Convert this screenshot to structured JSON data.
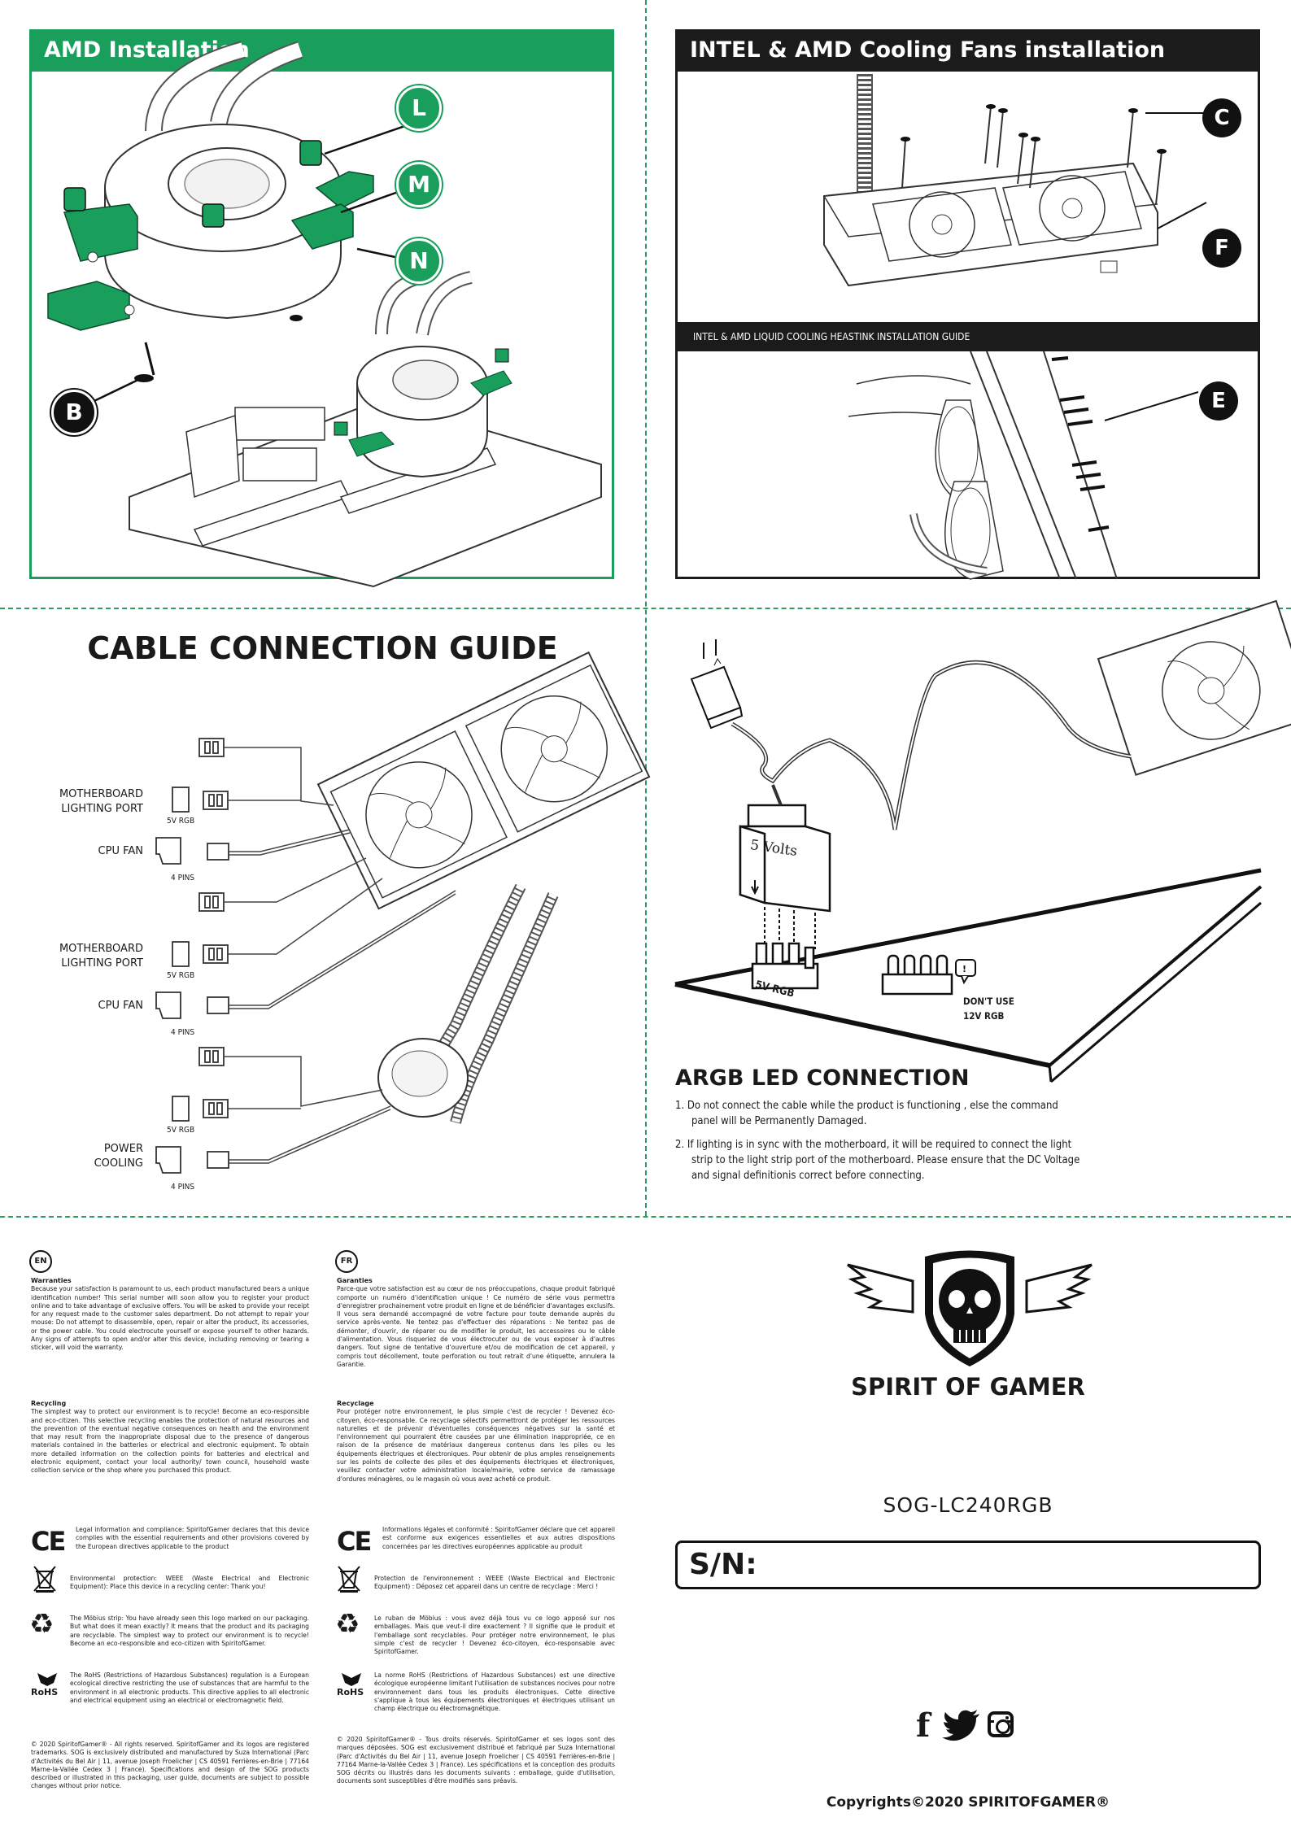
{
  "amd": {
    "title": "AMD Installation",
    "callouts": [
      "L",
      "M",
      "N",
      "B"
    ]
  },
  "fans": {
    "title": "INTEL & AMD Cooling Fans installation",
    "subtitle": "INTEL & AMD LIQUID COOLING HEASTINK INSTALLATION GUIDE",
    "callouts": [
      "C",
      "F",
      "E"
    ]
  },
  "cable": {
    "title": "CABLE CONNECTION GUIDE",
    "groups": [
      {
        "port_line1": "MOTHERBOARD",
        "port_line2": "LIGHTING PORT",
        "rgb": "5V RGB",
        "fan_label": "CPU FAN",
        "pins": "4 PINS"
      },
      {
        "port_line1": "MOTHERBOARD",
        "port_line2": "LIGHTING PORT",
        "rgb": "5V RGB",
        "fan_label": "CPU FAN",
        "pins": "4 PINS"
      },
      {
        "port_line1": "",
        "port_line2": "",
        "rgb": "5V RGB",
        "fan_label_line1": "POWER",
        "fan_label_line2": "COOLING",
        "pins": "4 PINS"
      }
    ]
  },
  "argb": {
    "plug_label": "5 Volts",
    "header_5v": "5V RGB",
    "dont_use_line1": "DON'T USE",
    "dont_use_line2": "12V RGB",
    "title": "ARGB LED CONNECTION",
    "notes": [
      {
        "line1": "1. Do not connect the cable while the product is functioning , else the command",
        "line2": "panel will be Permanently Damaged."
      },
      {
        "line1": "2. If lighting is in sync with the motherboard, it will be required to connect the light",
        "line2": "strip to the light strip port of the motherboard. Please ensure that the DC Voltage",
        "line3": "and signal definitionis correct before connecting."
      }
    ]
  },
  "en": {
    "badge": "EN",
    "warranty_title": "Warranties",
    "warranty_text": "Because your satisfaction is paramount to us, each product manufactured bears a unique identification number! This serial number will soon allow you to register your product online and to take advantage of exclusive offers. You will be asked to provide your receipt for any request made to the customer sales department. Do not attempt to repair your mouse: Do not attempt to disassemble, open, repair or alter the product, its accessories, or the power cable. You could electrocute yourself or expose yourself to other hazards. Any signs of attempts to open and/or alter this device, including removing or tearing a sticker, will void the warranty.",
    "recycling_title": "Recycling",
    "recycling_text": "The simplest way to protect our environment is to recycle! Become an eco-responsible and eco-citizen. This selective recycling enables the protection of natural resources and the prevention of the eventual negative consequences on health and the environment that may result from the inappropriate disposal due to the presence of dangerous materials contained in the batteries or electrical and electronic equipment. To obtain more detailed information on the collection points for batteries and electrical and electronic equipment, contact your local authority/ town council, household waste collection service or the shop where you purchased this product.",
    "ce_text": "Legal information and compliance: SpiritofGamer declares that this device complies with the essential requirements and other provisions covered by the European directives applicable to the product",
    "weee_text": "Environmental protection: WEEE (Waste Electrical and Electronic Equipment): Place this device in a recycling center: Thank you!",
    "mobius_text": "The Möbius strip: You have already seen this logo marked on our packaging. But what does it mean exactly? It means that the product and its packaging are recyclable. The simplest way to protect our environment is to recycle! Become an eco-responsible and eco-citizen with SpiritofGamer.",
    "rohs_text": "The RoHS (Restrictions of Hazardous Substances) regulation is a European ecological directive restricting the use of substances that are harmful to the environment in all electronic products. This directive applies to all electronic and electrical equipment using an electrical or electromagnetic field.",
    "copyright_text": "© 2020 SpiritofGamer® - All rights reserved. SpiritofGamer and its logos are registered trademarks. SOG is exclusively distributed and manufactured by Suza International (Parc d'Activités du Bel Air | 11, avenue Joseph Froelicher | CS 40591 Ferrières-en-Brie | 77164 Marne-la-Vallée Cedex 3 | France). Specifications and design of the SOG products described or illustrated in this packaging, user guide, documents are subject to possible changes without prior notice."
  },
  "fr": {
    "badge": "FR",
    "warranty_title": "Garanties",
    "warranty_text": "Parce-que votre satisfaction est au cœur de nos préoccupations, chaque produit fabriqué comporte un numéro d'identification unique ! Ce numéro de série vous permettra d'enregistrer prochainement votre produit en ligne et de bénéficier d'avantages exclusifs. Il vous sera demandé accompagné de votre facture pour toute demande auprès du service après-vente. Ne tentez pas d'effectuer des réparations : Ne tentez pas de démonter, d'ouvrir, de réparer ou de modifier le produit, les accessoires ou le câble d'alimentation. Vous risqueriez de vous électrocuter ou de vous exposer à d'autres dangers. Tout signe de tentative d'ouverture et/ou de modification de cet appareil, y compris tout décollement, toute perforation ou tout retrait d'une étiquette, annulera la Garantie.",
    "recycling_title": "Recyclage",
    "recycling_text": "Pour protéger notre environnement, le plus simple c'est de recycler ! Devenez éco-citoyen, éco-responsable. Ce recyclage sélectifs permettront de protéger les ressources naturelles et de prévenir d'éventuelles conséquences négatives sur la santé et l'environnement qui pourraient être causées par une élimination inappropriée, ce en raison de la présence de matériaux dangereux contenus dans les piles ou les équipements électriques et électroniques. Pour obtenir de plus amples renseignements sur les points de collecte des piles et des équipements électriques et électroniques, veuillez contacter votre administration locale/mairie, votre service de ramassage d'ordures ménagères, ou le magasin où vous avez acheté ce produit.",
    "ce_text": "Informations légales et conformité : SpiritofGamer déclare que cet appareil est conforme aux exigences essentielles et aux autres dispositions concernées par les directives européennes applicable au produit",
    "weee_text": "Protection de l'environnement : WEEE (Waste Electrical and Electronic Equipment) : Déposez cet appareil dans un centre de recyclage : Merci !",
    "mobius_text": "Le ruban de Möbius : vous avez déjà tous vu ce logo apposé sur nos emballages. Mais que veut-il dire exactement ? Il signifie que le produit et l'emballage sont recyclables. Pour protéger notre environnement, le plus simple c'est de recycler ! Devenez éco-citoyen, éco-responsable avec SpiritofGamer.",
    "rohs_text": "La norme RoHS (Restrictions of Hazardous Substances) est une directive écologique européenne limitant l'utilisation de substances nocives pour notre environnement dans tous les produits électroniques. Cette directive s'applique à tous les équipements électroniques et électriques utilisant un champ électrique ou électromagnétique.",
    "copyright_text": "© 2020 SpiritofGamer® - Tous droits réservés. SpiritofGamer et ses logos sont des marques déposées. SOG est exclusivement distribué et fabriqué par Suza International (Parc d'Activités du Bel Air | 11, avenue Joseph Froelicher | CS 40591 Ferrières-en-Brie | 77164 Marne-la-Vallée Cedex 3 | France). Les spécifications et la conception des produits SOG décrits ou illustrés dans les documents suivants : emballage, guide d'utilisation, documents sont susceptibles d'être modifiés sans préavis."
  },
  "icons": {
    "ce": "CE",
    "rohs": "RoHS"
  },
  "brand": {
    "name": "SPIRIT OF GAMER",
    "model": "SOG-LC240RGB",
    "sn_label": "S/N:",
    "copyright": "Copyrights©2020 SPIRITOFGAMER®"
  },
  "colors": {
    "green": "#1a9e5c",
    "dark": "#1b1b1b",
    "dashed": "#2f9a63"
  }
}
